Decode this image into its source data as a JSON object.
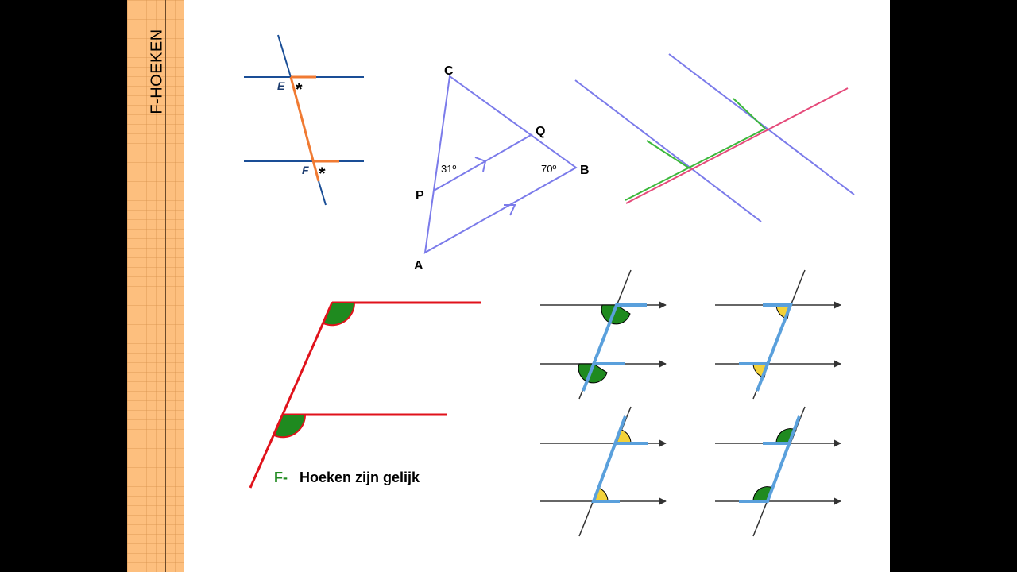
{
  "sidebar": {
    "title": "F-HOEKEN"
  },
  "figure1": {
    "label_e": "E",
    "label_f": "F",
    "mark_e": "*",
    "mark_f": "*"
  },
  "triangle": {
    "label_c": "C",
    "label_q": "Q",
    "label_b": "B",
    "label_p": "P",
    "label_a": "A",
    "angle_p": "31º",
    "angle_b": "70º"
  },
  "caption": {
    "letter": "F-",
    "text": "Hoeken zijn gelijk"
  },
  "colors": {
    "blue_line": "#1a4e96",
    "orange": "#f07a32",
    "violet": "#7b7bea",
    "green": "#3cb83c",
    "pink": "#e54a7a",
    "red": "#e0121b",
    "dark_green": "#1f8a1f",
    "light_blue": "#5aa0dc",
    "yellow": "#f3d23a",
    "sidebar": "#fdbf7e"
  }
}
